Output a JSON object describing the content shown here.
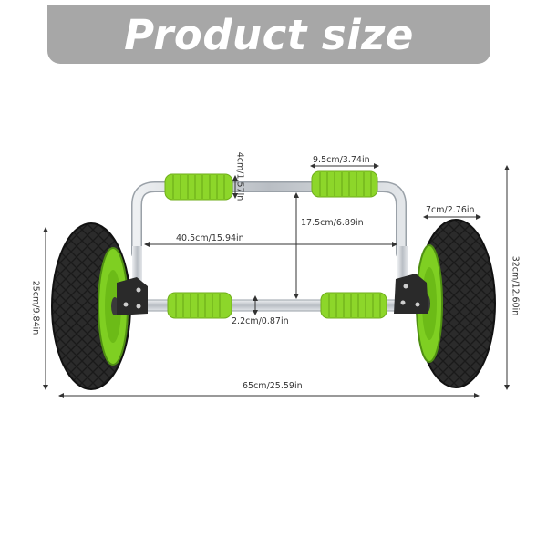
{
  "banner": {
    "title": "Product size"
  },
  "colors": {
    "banner_bg": "#a7a7a7",
    "accent_green": "#8dd62a",
    "tire": "#2a2a2a",
    "frame": "#c8cdd2"
  },
  "dimensions": {
    "bar_thickness": "4cm/1.57in",
    "handle_length": "9.5cm/3.74in",
    "inner_width": "40.5cm/15.94in",
    "frame_height": "17.5cm/6.89in",
    "wheel_width": "7cm/2.76in",
    "wheel_diameter": "25cm/9.84in",
    "total_height": "32cm/12.60in",
    "bar_diameter": "2.2cm/0.87in",
    "total_width": "65cm/25.59in"
  },
  "icons": [
    "wheel-icon",
    "cart-frame-icon"
  ]
}
